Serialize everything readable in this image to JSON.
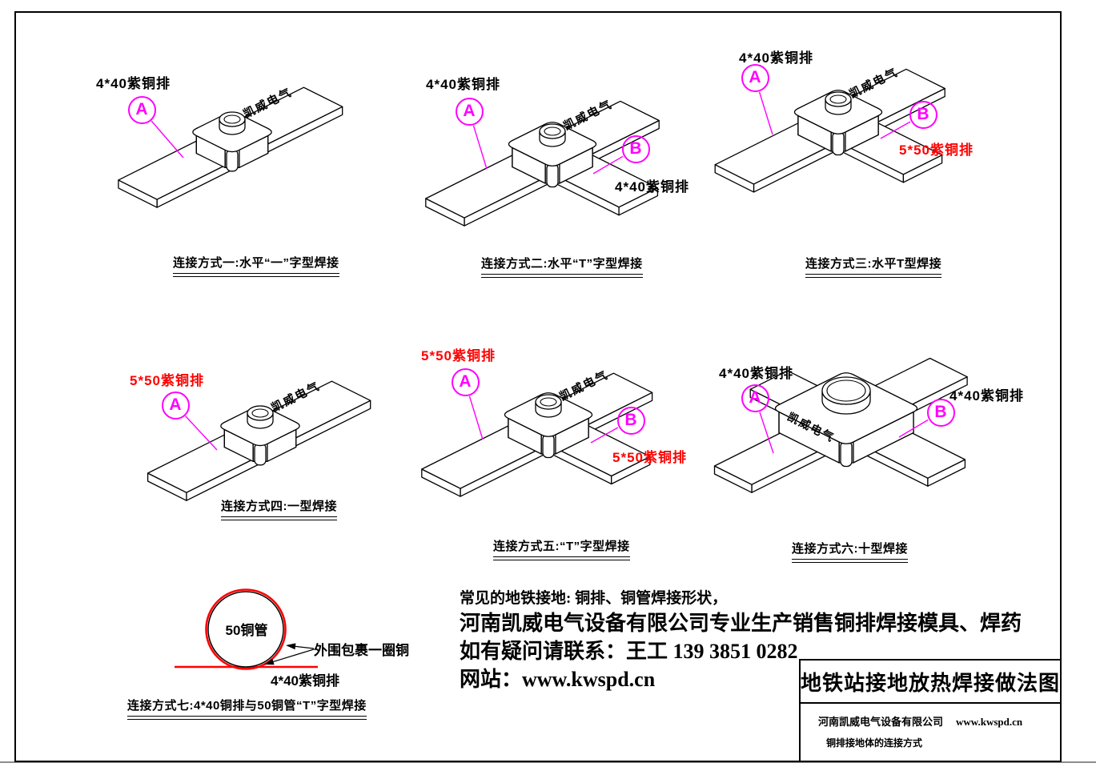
{
  "colors": {
    "marker": "#ff00ff",
    "highlight_red": "#ff0000",
    "ink": "#000000"
  },
  "brand_stamp": "凯威电气",
  "diagrams": [
    {
      "caption": "连接方式一:水平“一”字型焊接",
      "marker_a": "A",
      "label_a": "4*40紫铜排"
    },
    {
      "caption": "连接方式二:水平“T”字型焊接",
      "marker_a": "A",
      "marker_b": "B",
      "label_a": "4*40紫铜排",
      "label_b": "4*40紫铜排"
    },
    {
      "caption": "连接方式三:水平T型焊接",
      "marker_a": "A",
      "marker_b": "B",
      "label_a": "4*40紫铜排",
      "label_b": "5*50紫铜排"
    },
    {
      "caption": "连接方式四:一型焊接",
      "marker_a": "A",
      "label_a": "5*50紫铜排"
    },
    {
      "caption": "连接方式五:“T”字型焊接",
      "marker_a": "A",
      "marker_b": "B",
      "label_a": "5*50紫铜排",
      "label_b": "5*50紫铜排"
    },
    {
      "caption": "连接方式六:十型焊接",
      "marker_a": "A",
      "marker_b": "B",
      "label_a": "4*40紫铜排",
      "label_b": "4*40紫铜排"
    },
    {
      "caption": "连接方式七:4*40铜排与50铜管“T”字型焊接",
      "pipe_label": "50铜管",
      "wrap_label": "外围包裹一圈铜",
      "bar_label": "4*40紫铜排"
    }
  ],
  "notes": {
    "line1": "常见的地铁接地: 铜排、铜管焊接形状，",
    "line2": "河南凯威电气设备有限公司专业生产销售铜排焊接模具、焊药",
    "line3": "如有疑问请联系：王工 139 3851 0282",
    "line4": "网站：www.kwspd.cn"
  },
  "title_block": {
    "title": "地铁站接地放热焊接做法图",
    "company_line": "河南凯威电气设备有限公司",
    "website": "www.kwspd.cn",
    "subtitle": "铜排接地体的连接方式"
  }
}
